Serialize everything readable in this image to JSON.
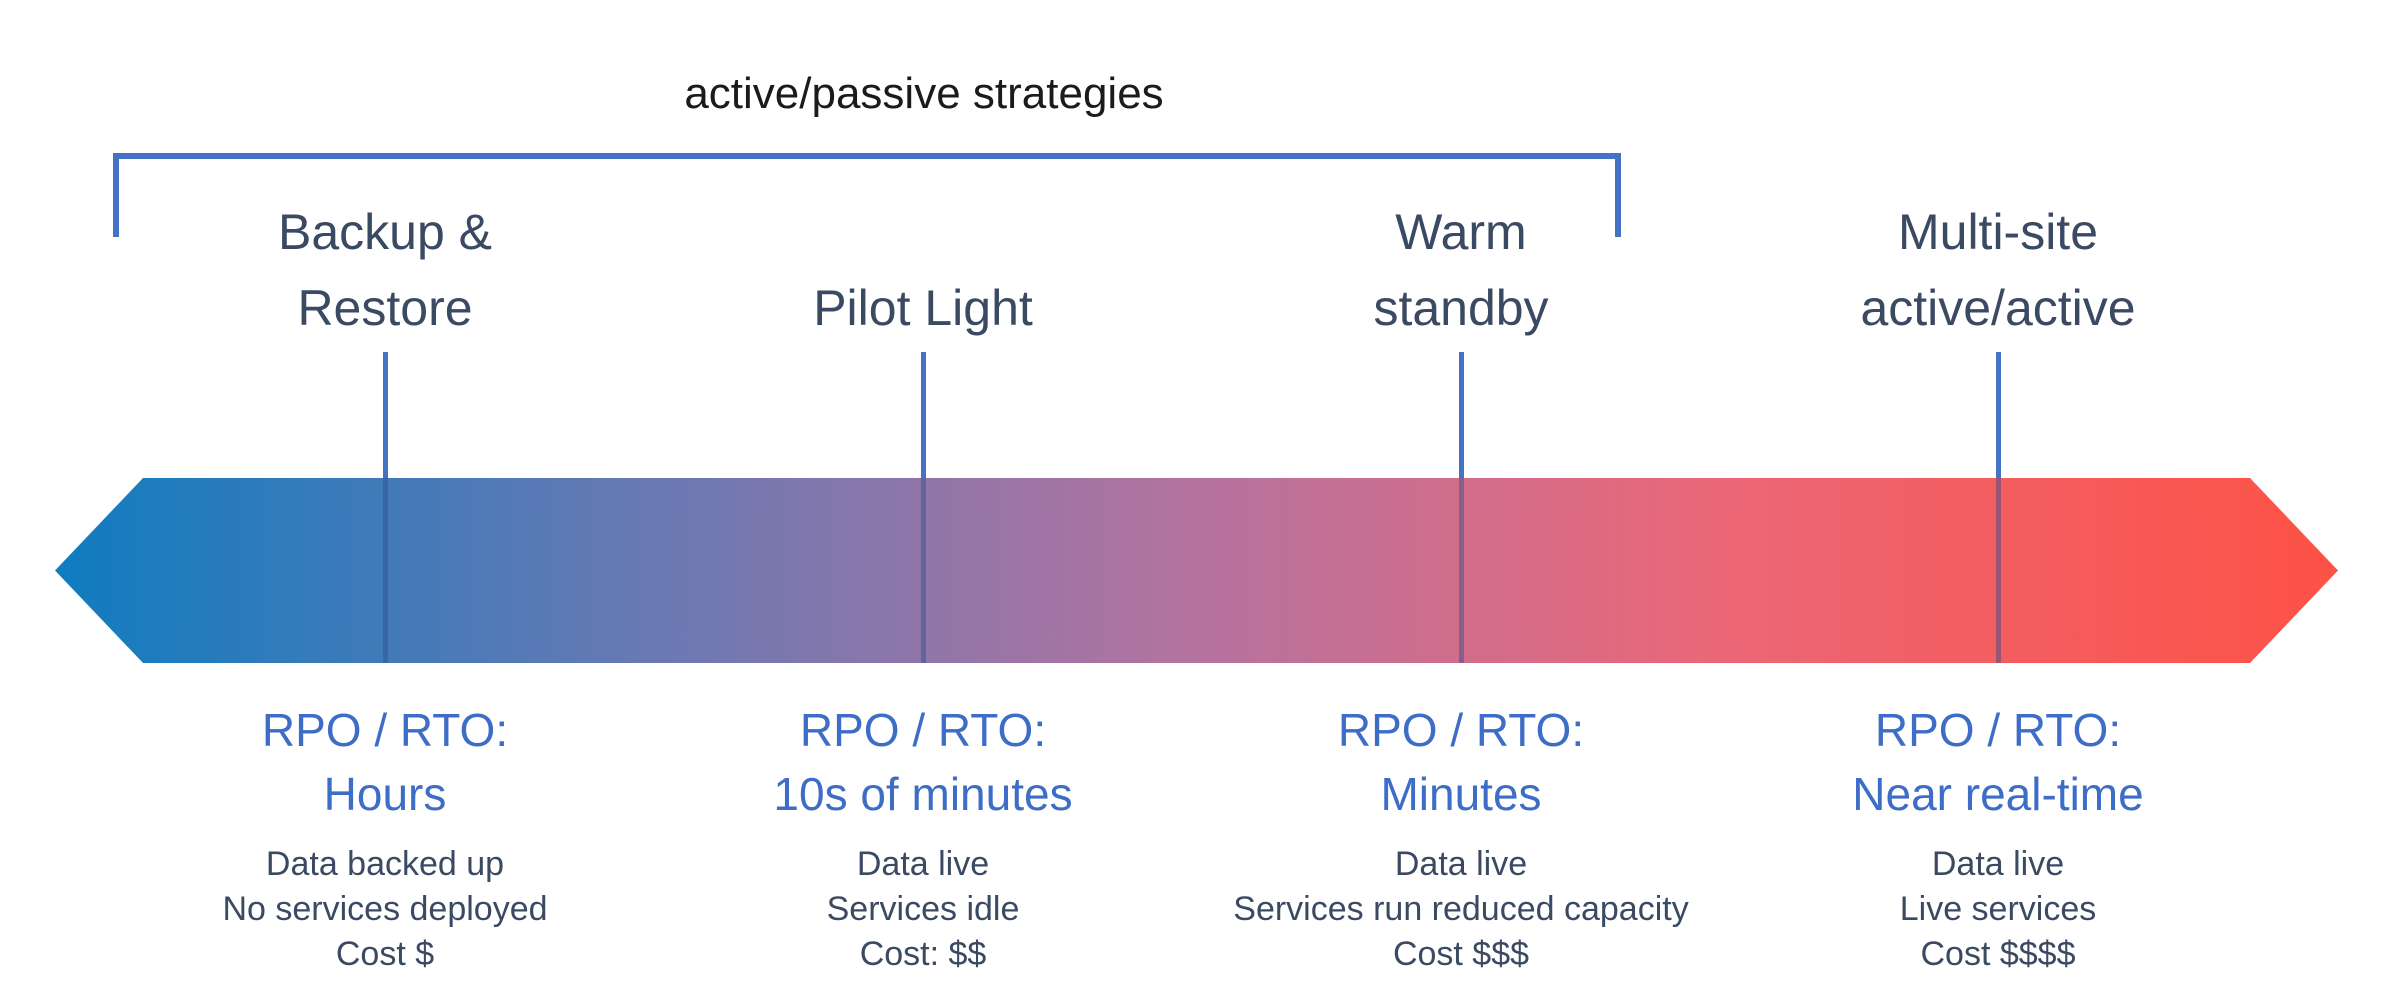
{
  "bracket": {
    "title": "active/passive strategies"
  },
  "columns": [
    {
      "name_lines": [
        "Backup &",
        "Restore"
      ],
      "rpo_heading": "RPO / RTO:",
      "rpo_value": "Hours",
      "details": [
        "Data backed up",
        "No services deployed",
        "Cost $"
      ]
    },
    {
      "name_lines": [
        "Pilot Light"
      ],
      "rpo_heading": "RPO / RTO:",
      "rpo_value": "10s of minutes",
      "details": [
        "Data live",
        "Services idle",
        "Cost: $$"
      ]
    },
    {
      "name_lines": [
        "Warm",
        "standby"
      ],
      "rpo_heading": "RPO / RTO:",
      "rpo_value": "Minutes",
      "details": [
        "Data live",
        "Services run reduced capacity",
        "Cost $$$"
      ]
    },
    {
      "name_lines": [
        "Multi-site",
        "active/active"
      ],
      "rpo_heading": "RPO / RTO:",
      "rpo_value": "Near real-time",
      "details": [
        "Data live",
        "Live services",
        "Cost $$$$"
      ]
    }
  ],
  "colors": {
    "accent_blue": "#4472C4",
    "heading_text": "#3B4A63",
    "rpo_text": "#3D6DC6",
    "title_text": "#1B1B1B",
    "gradient_blue_start": "#0F7CC0",
    "gradient_violet": "#6979B3",
    "gradient_mauve": "#B5739F",
    "gradient_pink": "#EB6777",
    "gradient_red_end": "#FC5349"
  }
}
